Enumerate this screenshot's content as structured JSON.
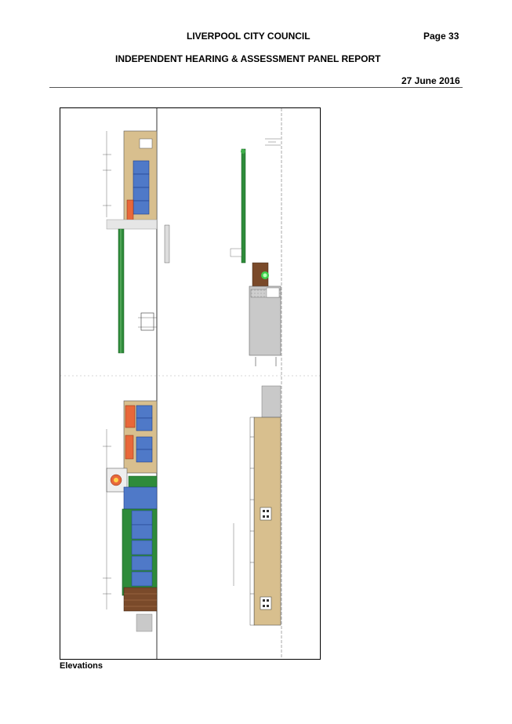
{
  "header": {
    "council": "LIVERPOOL CITY COUNCIL",
    "page": "Page 33",
    "panel": "INDEPENDENT HEARING & ASSESSMENT PANEL REPORT",
    "date": "27 June 2016"
  },
  "figure": {
    "caption": "Elevations",
    "colors": {
      "facade_tan": "#d8bf8e",
      "glazing_blue": "#4f79c8",
      "signage_orange": "#e8683a",
      "canopy_green": "#2e8b3a",
      "timber_brown": "#7a4a2a",
      "concrete_grey": "#c9c9c9"
    }
  }
}
